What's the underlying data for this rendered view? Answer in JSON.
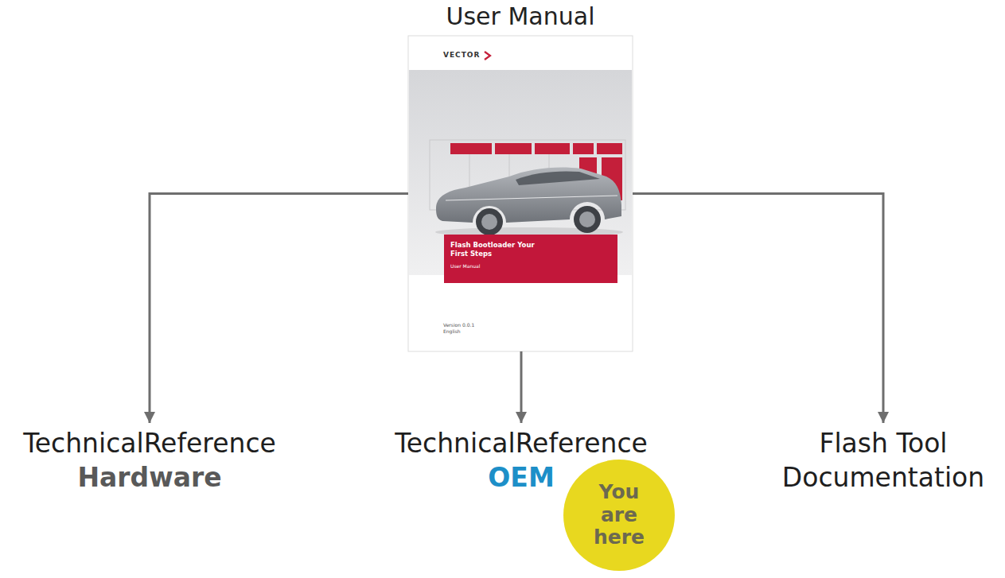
{
  "diagram": {
    "nodes": [
      {
        "text": [
          "User Manual",
          "VECTOR",
          "Version 0.0.1 English"
        ]
      },
      {
        "text": [
          "Flash Bootloader Your First Steps",
          "User Manual"
        ],
        "in": 0
      },
      {
        "text": [
          "TechnicalReference",
          "Hardware"
        ]
      },
      {
        "text": [
          "TechnicalReference",
          "OEM"
        ]
      },
      {
        "text": [
          "Flash Tool Documentation"
        ]
      },
      {
        "text": [
          "You are here"
        ]
      }
    ],
    "edges": [
      {
        "from": 0,
        "to": 2,
        "arrow": "to"
      },
      {
        "from": 0,
        "to": 3,
        "arrow": "to"
      },
      {
        "from": 0,
        "to": 4,
        "arrow": "to"
      }
    ]
  }
}
